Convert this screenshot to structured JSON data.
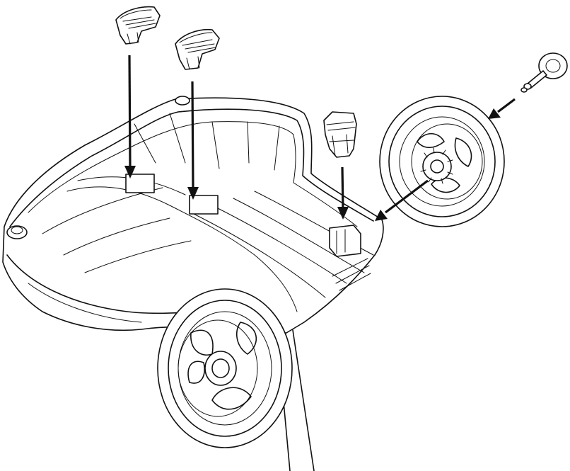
{
  "diagram": {
    "type": "exploded-assembly-illustration",
    "parts": [
      {
        "name": "clip",
        "count": 3
      },
      {
        "name": "wheel",
        "count": 2
      },
      {
        "name": "axle-pin",
        "count": 1
      },
      {
        "name": "chassis",
        "count": 1
      }
    ],
    "arrows": 5,
    "stroke_color": "#111111",
    "background_color": "#ffffff"
  }
}
